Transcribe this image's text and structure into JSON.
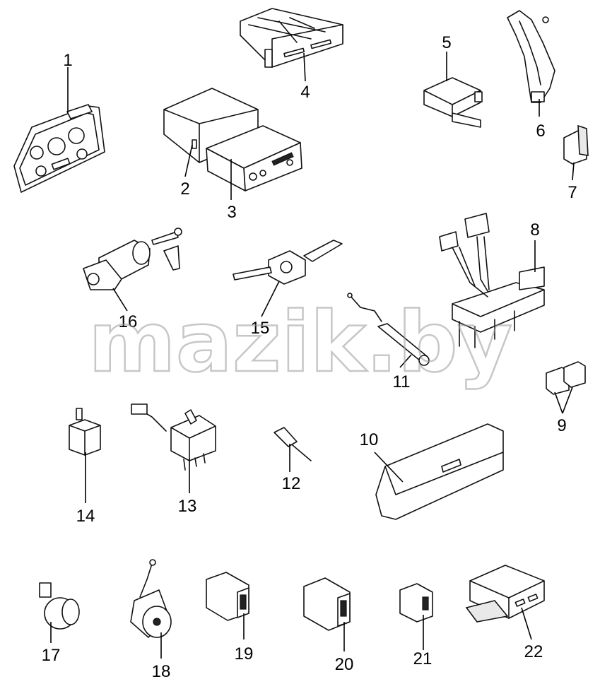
{
  "watermark": "mazik.by",
  "callouts": [
    "1",
    "2",
    "3",
    "4",
    "5",
    "6",
    "7",
    "8",
    "9",
    "10",
    "11",
    "12",
    "13",
    "14",
    "15",
    "16",
    "17",
    "18",
    "19",
    "20",
    "21",
    "22"
  ]
}
